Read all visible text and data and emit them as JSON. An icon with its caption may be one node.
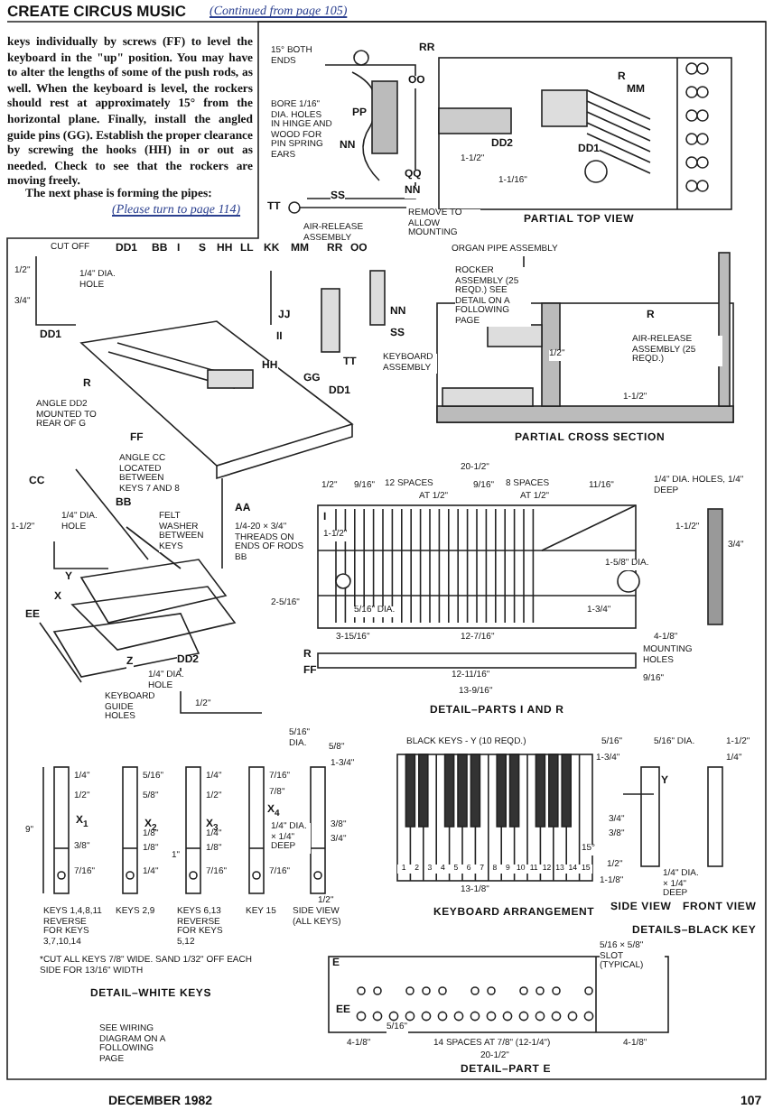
{
  "diagram": {
    "title": "CREATE CIRCUS MUSIC",
    "labels": [
      "(Continued from page 105)",
      "keys individually by screws (FF) to level the keyboard in the \"up\" position. You may have to alter the lengths of some of the push rods, as well. When the keyboard is level, the rockers should rest at approximately 15° from the horizontal plane. Finally, install the angled guide pins (GG). Establish the proper clearance by screwing the hooks (HH) in or out as needed. Check to see that the rockers are moving freely.",
      "The next phase is forming the pipes:",
      "(Please turn to page 114)",
      "15° BOTH ENDS",
      "RR",
      "BORE 1/16\" DIA. HOLES IN HINGE AND WOOD FOR PIN SPRING EARS",
      "PP",
      "NN",
      "OO",
      "QQ",
      "NN",
      "TT",
      "SS",
      "AIR-RELEASE ASSEMBLY",
      "REMOVE TO ALLOW MOUNTING",
      "R",
      "MM",
      "DD2",
      "DD1",
      "1-1/2\"",
      "1-1/16\"",
      "PARTIAL TOP VIEW",
      "CUT OFF",
      "DD1",
      "BB",
      "I",
      "S",
      "HH",
      "LL",
      "KK",
      "MM",
      "RR",
      "OO",
      "1/2\"",
      "1/4\" DIA. HOLE",
      "3/4\"",
      "DD1",
      "ORGAN PIPE ASSEMBLY",
      "ROCKER ASSEMBLY (25 REQD.) SEE DETAIL ON A FOLLOWING PAGE",
      "JJ",
      "II",
      "NN",
      "SS",
      "TT",
      "KEYBOARD ASSEMBLY",
      "R",
      "AIR-RELEASE ASSEMBLY (25 REQD.)",
      "1/2\"",
      "1-1/2\"",
      "PARTIAL CROSS SECTION",
      "R",
      "HH",
      "GG",
      "DD1",
      "FF",
      "ANGLE DD2 MOUNTED TO REAR OF G",
      "ANGLE CC LOCATED BETWEEN KEYS 7 AND 8",
      "CC",
      "1/4\" DIA. HOLE",
      "1-1/2\"",
      "BB",
      "FELT WASHER BETWEEN KEYS",
      "AA",
      "1/4-20 × 3/4\" THREADS ON ENDS OF RODS BB",
      "Y",
      "X",
      "EE",
      "Z",
      "DD2",
      "1/4\" DIA. HOLE",
      "KEYBOARD GUIDE HOLES",
      "1/2\"",
      "20-1/2\"",
      "1/2\"",
      "9/16\"",
      "12 SPACES",
      "AT 1/2\"",
      "9/16\"",
      "8 SPACES",
      "AT 1/2\"",
      "11/16\"",
      "1/4\" DIA. HOLES, 1/4\" DEEP",
      "I",
      "1-1/2\"",
      "1-5/8\" DIA.",
      "1-1/2\"",
      "3/4\"",
      "2-5/16\"",
      "5/16\" DIA.",
      "1-3/4\"",
      "3-15/16\"",
      "12-7/16\"",
      "4-1/8\"",
      "R",
      "FF",
      "9/16\"",
      "MOUNTING HOLES",
      "12-11/16\"",
      "13-9/16\"",
      "DETAIL–PARTS I AND R",
      "BLACK KEYS - Y (10 REQD.)",
      "1",
      "2",
      "3",
      "4",
      "5",
      "6",
      "7",
      "8",
      "9",
      "10",
      "11",
      "12",
      "13",
      "14",
      "15",
      "13-1/8\"",
      "KEYBOARD ARRANGEMENT",
      "5/16\"",
      "5/16\" DIA.",
      "1-3/4\"",
      "1-1/2\"",
      "1/4\"",
      "Y",
      "3/4\"",
      "3/8\"",
      "15°",
      "1/2\"",
      "1-1/8\"",
      "1/4\" DIA. × 1/4\" DEEP",
      "SIDE VIEW",
      "FRONT VIEW",
      "DETAILS–BLACK KEY",
      "9\"",
      "X$_{1}$",
      "X$_{2}$",
      "X$_{3}$",
      "X$_{4}$",
      "1/4\"",
      "1/2\"",
      "3/8\"",
      "7/16\"",
      "5/16\"",
      "5/8\"",
      "1/8\"",
      "1/8\"",
      "1/4\"",
      "1/4\"",
      "1/2\"",
      "1/4\"",
      "1/8\"",
      "7/16\"",
      "1\"",
      "7/16\"",
      "7/8\"",
      "1/4\" DIA. × 1/4\" DEEP",
      "7/16\"",
      "5/16\" DIA.",
      "5/8\"",
      "1-3/4\"",
      "3/8\"",
      "3/4\"",
      "1/2\"",
      "KEYS 1,4,8,11 REVERSE FOR KEYS 3,7,10,14",
      "KEYS 2,9",
      "KEYS 6,13 REVERSE FOR KEYS 5,12",
      "KEY 15",
      "SIDE VIEW (ALL KEYS)",
      "*CUT ALL KEYS 7/8\" WIDE. SAND 1/32\" OFF EACH SIDE FOR 13/16\" WIDTH",
      "DETAIL–WHITE KEYS",
      "E",
      "5/16 × 5/8\" SLOT (TYPICAL)",
      "5/16\"",
      "EE",
      "4-1/8\"",
      "14 SPACES AT 7/8\" (12-1/4\")",
      "4-1/8\"",
      "20-1/2\"",
      "DETAIL–PART E",
      "SEE WIRING DIAGRAM ON A FOLLOWING PAGE",
      "DECEMBER 1982",
      "107"
    ]
  }
}
